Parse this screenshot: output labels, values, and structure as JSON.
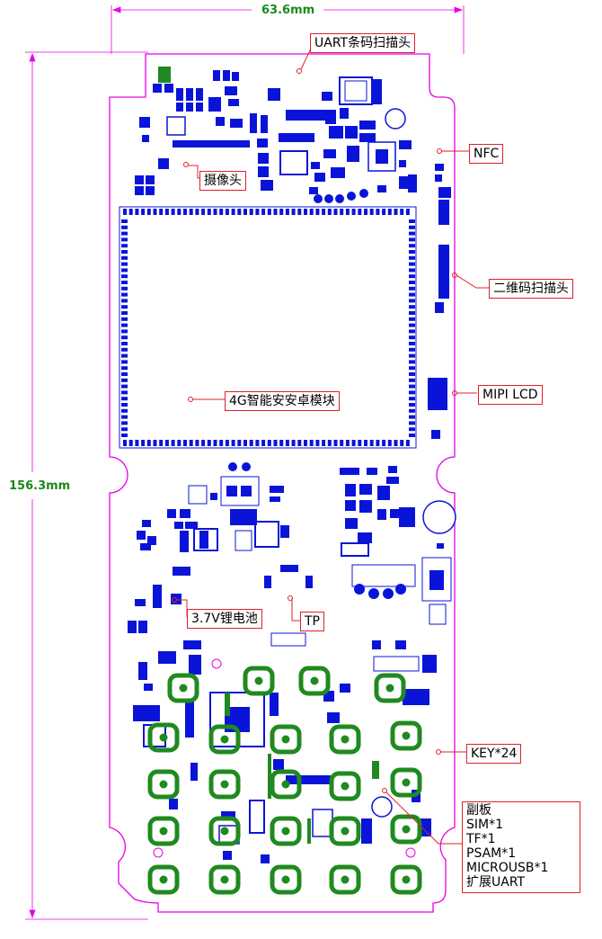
{
  "dimensions": {
    "width_label": "63.6mm",
    "height_label": "156.3mm"
  },
  "labels": {
    "uart_scanner": "UART条码扫描头",
    "camera": "摄像头",
    "nfc": "NFC",
    "qr_scanner": "二维码扫描头",
    "mipi_lcd": "MIPI LCD",
    "module_4g": "4G智能安安卓模块",
    "battery": "3.7V锂电池",
    "tp": "TP",
    "keys": "KEY*24",
    "subboard": [
      "副板",
      "SIM*1",
      "TF*1",
      "PSAM*1",
      "MICROUSB*1",
      "扩展UART"
    ]
  },
  "colors": {
    "outline": "#e800e8",
    "component": "#0a14d8",
    "key": "#1f8a1f",
    "annotation": "#e0202a",
    "dimension": "#1a8a1a"
  }
}
